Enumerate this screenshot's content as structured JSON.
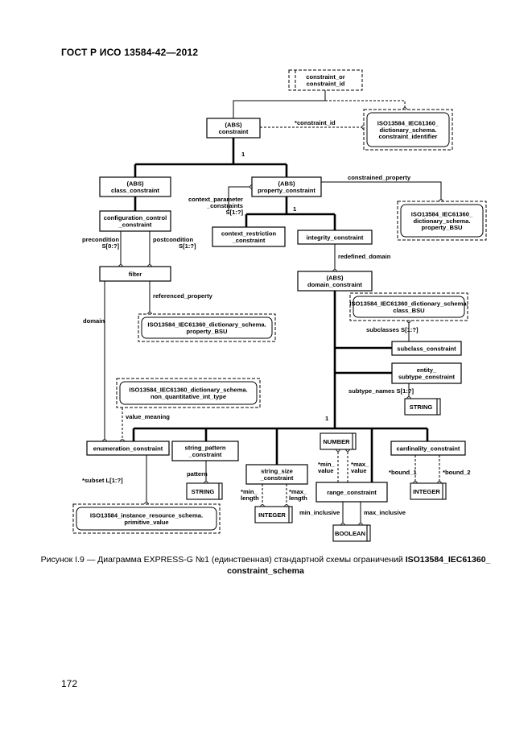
{
  "header": {
    "doc_id": "ГОСТ Р ИСО 13584-42—2012"
  },
  "page_number": "172",
  "caption": {
    "prefix": "Рисунок I.9 — Диаграмма EXPRESS-G №1 (единственная) стандартной схемы ограничений ",
    "schema_a": "ISO13584_IEC61360_",
    "schema_b": "constraint_schema"
  },
  "boxes": {
    "constraint_or_id": {
      "lines": [
        "constraint_or",
        "constraint_id"
      ]
    },
    "constraint": {
      "lines": [
        "(ABS)",
        "constraint"
      ]
    },
    "ref_constraint_id": {
      "lines": [
        "ISO13584_IEC61360_",
        "dictionary_schema.",
        "constraint_identifier"
      ]
    },
    "class_constraint": {
      "lines": [
        "(ABS)",
        "class_constraint"
      ]
    },
    "property_constraint": {
      "lines": [
        "(ABS)",
        "property_constraint"
      ]
    },
    "ref_property_bsu": {
      "lines": [
        "ISO13584_IEC61360_",
        "dictionary_schema.",
        "property_BSU"
      ]
    },
    "configuration_control": {
      "lines": [
        "configuration_control",
        "_constraint"
      ]
    },
    "context_restriction": {
      "lines": [
        "context_restriction",
        "_constraint"
      ]
    },
    "integrity_constraint": {
      "lines": [
        "integrity_constraint"
      ]
    },
    "filter": {
      "lines": [
        "filter"
      ]
    },
    "domain_constraint": {
      "lines": [
        "(ABS)",
        "domain_constraint"
      ]
    },
    "ref_class_bsu": {
      "lines": [
        "ISO13584_IEC61360_dictionary_schema.",
        "class_BSU"
      ]
    },
    "ref_property_bsu2": {
      "lines": [
        "ISO13584_IEC61360_dictionary_schema.",
        "property_BSU"
      ]
    },
    "subclass_constraint": {
      "lines": [
        "subclass_constraint"
      ]
    },
    "entity_subtype": {
      "lines": [
        "entity_",
        "subtype_constraint"
      ]
    },
    "string_a": {
      "lines": [
        "STRING"
      ]
    },
    "ref_non_quant": {
      "lines": [
        "ISO13584_IEC61360_dictionary_schema.",
        "non_quantitative_int_type"
      ]
    },
    "enumeration_constraint": {
      "lines": [
        "enumeration_constraint"
      ]
    },
    "string_pattern": {
      "lines": [
        "string_pattern",
        "_constraint"
      ]
    },
    "string_size": {
      "lines": [
        "string_size",
        "_constraint"
      ]
    },
    "number": {
      "lines": [
        "NUMBER"
      ]
    },
    "cardinality_constraint": {
      "lines": [
        "cardinality_constraint"
      ]
    },
    "string_b": {
      "lines": [
        "STRING"
      ]
    },
    "range_constraint": {
      "lines": [
        "range_constraint"
      ]
    },
    "integer_a": {
      "lines": [
        "INTEGER"
      ]
    },
    "integer_b": {
      "lines": [
        "INTEGER"
      ]
    },
    "ref_primitive_value": {
      "lines": [
        "ISO13584_instance_resource_schema.",
        "primitive_value"
      ]
    },
    "boolean": {
      "lines": [
        "BOOLEAN"
      ]
    }
  },
  "labels": {
    "constraint_id": "*constraint_id",
    "one_a": "1",
    "one_b": "1",
    "one_c": "1",
    "constrained_property": "constrained_property",
    "context_parameter_1": "context_parameter",
    "context_parameter_2": "_constraints",
    "context_parameter_3": "S[1:?]",
    "precondition_1": "precondition",
    "precondition_2": "S[0:?]",
    "postcondition_1": "postcondition",
    "postcondition_2": "S[1:?]",
    "referenced_property": "referenced_property",
    "redefined_domain": "redefined_domain",
    "domain": "domain",
    "subclasses": "subclasses S[1:?]",
    "subtype_names": "subtype_names S[1:?]",
    "value_meaning": "value_meaning",
    "pattern": "pattern",
    "min_length_1": "*min_",
    "min_length_2": "length",
    "max_length_1": "*max_",
    "max_length_2": "length",
    "min_value_1": "*min_",
    "min_value_2": "value",
    "max_value_1": "*max_",
    "max_value_2": "value",
    "bound_1": "*bound_1",
    "bound_2": "*bound_2",
    "subset": "*subset L[1:?]",
    "min_inclusive": "min_inclusive",
    "max_inclusive": "max_inclusive"
  }
}
